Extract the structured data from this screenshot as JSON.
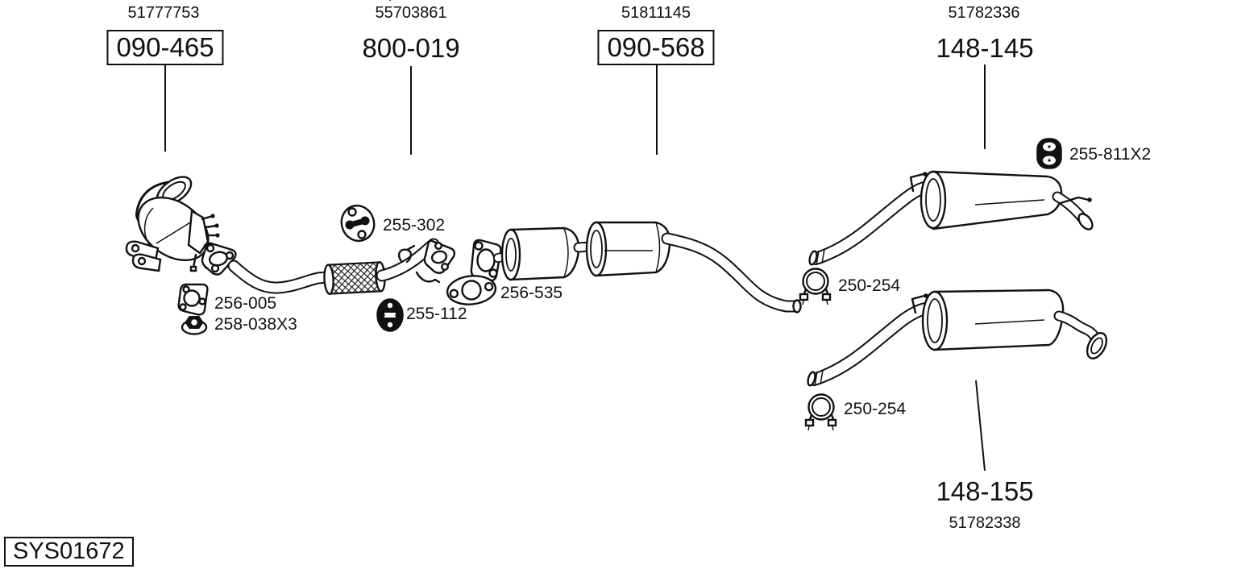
{
  "system": {
    "id": "SYS01672"
  },
  "groups": {
    "catalyst": {
      "oem": "51777753",
      "part": "090-465"
    },
    "front_pipe": {
      "oem": "55703861",
      "part": "800-019"
    },
    "centre_silencer": {
      "oem": "51811145",
      "part": "090-568"
    },
    "rear_silencer_upper": {
      "oem": "51782336",
      "part": "148-145"
    },
    "rear_silencer_lower": {
      "oem": "51782338",
      "part": "148-155"
    }
  },
  "callouts": {
    "hanger_front_pipe": "255-302",
    "gasket_catalyst": "256-005",
    "nut_catalyst": "258-038X3",
    "hanger_front_lower": "255-112",
    "gasket_centre": "256-535",
    "clamp_upper": "250-254",
    "hanger_rear": "255-811X2",
    "clamp_lower": "250-254"
  },
  "colors": {
    "ink": "#111111",
    "background": "#ffffff"
  }
}
